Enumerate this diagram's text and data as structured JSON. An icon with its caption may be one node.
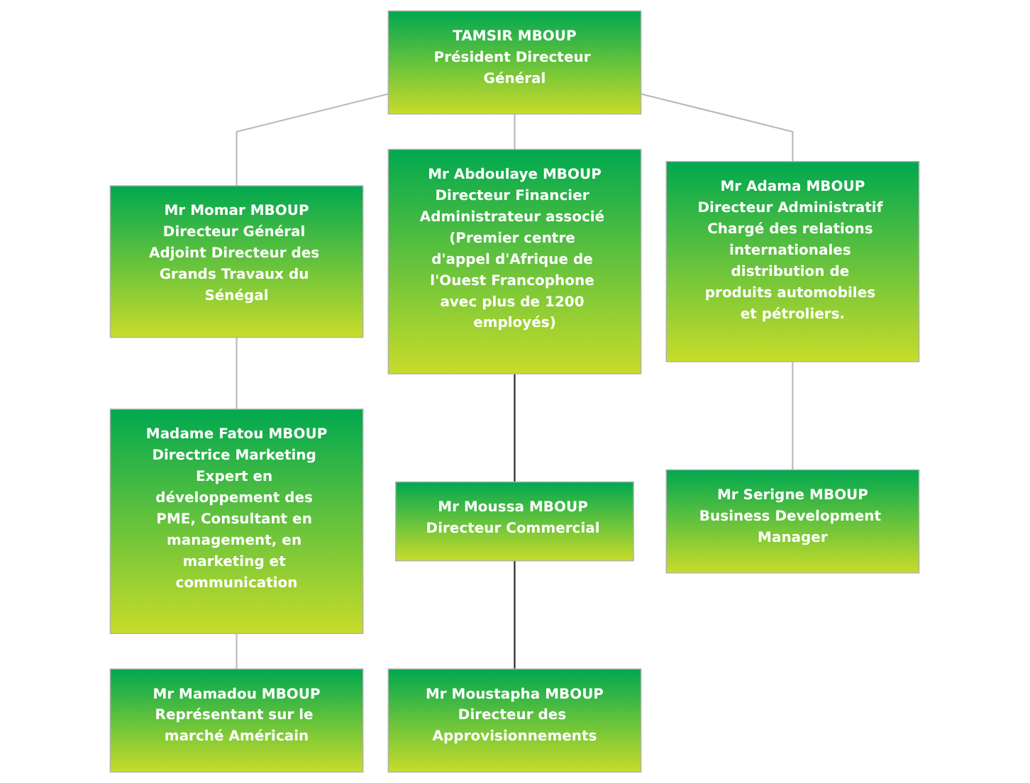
{
  "diagram": {
    "nodes": [
      {
        "text": [
          "TAMSIR MBOUP",
          "Président Directeur Général"
        ]
      },
      {
        "text": [
          "Mr Momar MBOUP",
          "Directeur Général Adjoint Directeur des Grands Travaux du Sénégal"
        ]
      },
      {
        "text": [
          "Mr Abdoulaye MBOUP",
          "Directeur Financier Administrateur associé (Premier centre d'appel d'Afrique de l'Ouest Francophone avec plus de 1200 employés)"
        ]
      },
      {
        "text": [
          "Madame Fatou MBOUP",
          "Directrice Marketing Expert en développement des PME, Consultant en management, en marketing et communication"
        ]
      },
      {
        "text": [
          "Mr Adama MBOUP",
          "Directeur Administratif Chargé des relations internationales distribution de produits automobiles et pétroliers."
        ]
      },
      {
        "text": [
          "Mr Moussa MBOUP",
          "Directeur Commercial"
        ]
      },
      {
        "text": [
          "Mr Mamadou MBOUP",
          "Représentant sur le marché Américain"
        ]
      },
      {
        "text": [
          "Mr Serigne MBOUP",
          "Business Development Manager"
        ]
      },
      {
        "text": [
          "Mr Moustapha MBOUP",
          "Directeur des Approvisionnements"
        ]
      }
    ],
    "edges": [
      {
        "from": 0,
        "to": 1,
        "arrow": "none"
      },
      {
        "from": 0,
        "to": 4,
        "arrow": "none"
      },
      {
        "from": 0,
        "to": 2,
        "arrow": "none"
      },
      {
        "from": 1,
        "to": 3,
        "arrow": "none"
      },
      {
        "from": 3,
        "to": 6,
        "arrow": "none"
      },
      {
        "from": 4,
        "to": 7,
        "arrow": "none"
      },
      {
        "from": 2,
        "to": 5,
        "arrow": "none",
        "color": "#222222"
      },
      {
        "from": 5,
        "to": 8,
        "arrow": "none",
        "color": "#222222"
      }
    ]
  }
}
